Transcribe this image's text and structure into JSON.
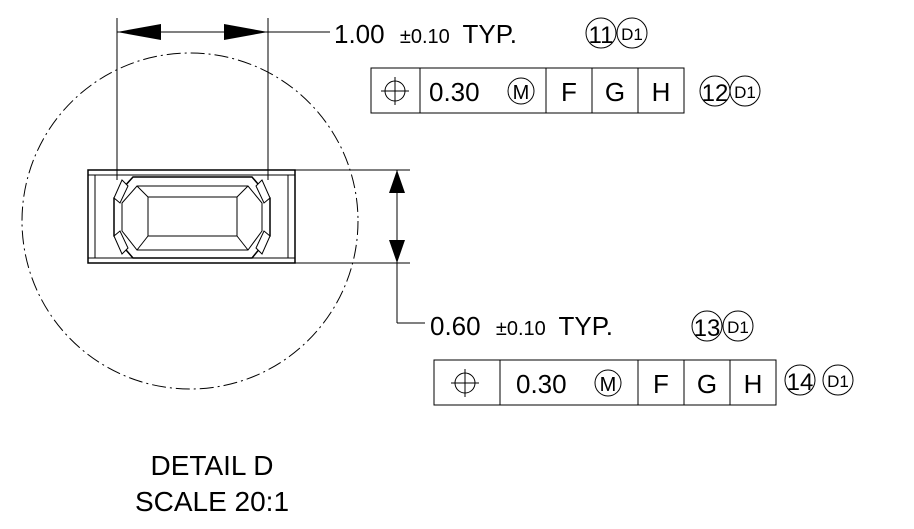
{
  "drawing": {
    "dim_horizontal": {
      "value": "1.00",
      "tolerance": "±0.10",
      "suffix": "TYP.",
      "balloon": "11",
      "tag": "D1"
    },
    "fcf_top": {
      "symbol": "position-icon",
      "tolerance": "0.30",
      "modifier": "M",
      "datums": [
        "F",
        "G",
        "H"
      ],
      "balloon": "12",
      "tag": "D1"
    },
    "dim_vertical": {
      "value": "0.60",
      "tolerance": "±0.10",
      "suffix": "TYP.",
      "balloon": "13",
      "tag": "D1"
    },
    "fcf_bottom": {
      "symbol": "position-icon",
      "tolerance": "0.30",
      "modifier": "M",
      "datums": [
        "F",
        "G",
        "H"
      ],
      "balloon": "14",
      "tag": "D1"
    },
    "detail_title": "DETAIL D",
    "detail_scale": "SCALE 20:1"
  }
}
